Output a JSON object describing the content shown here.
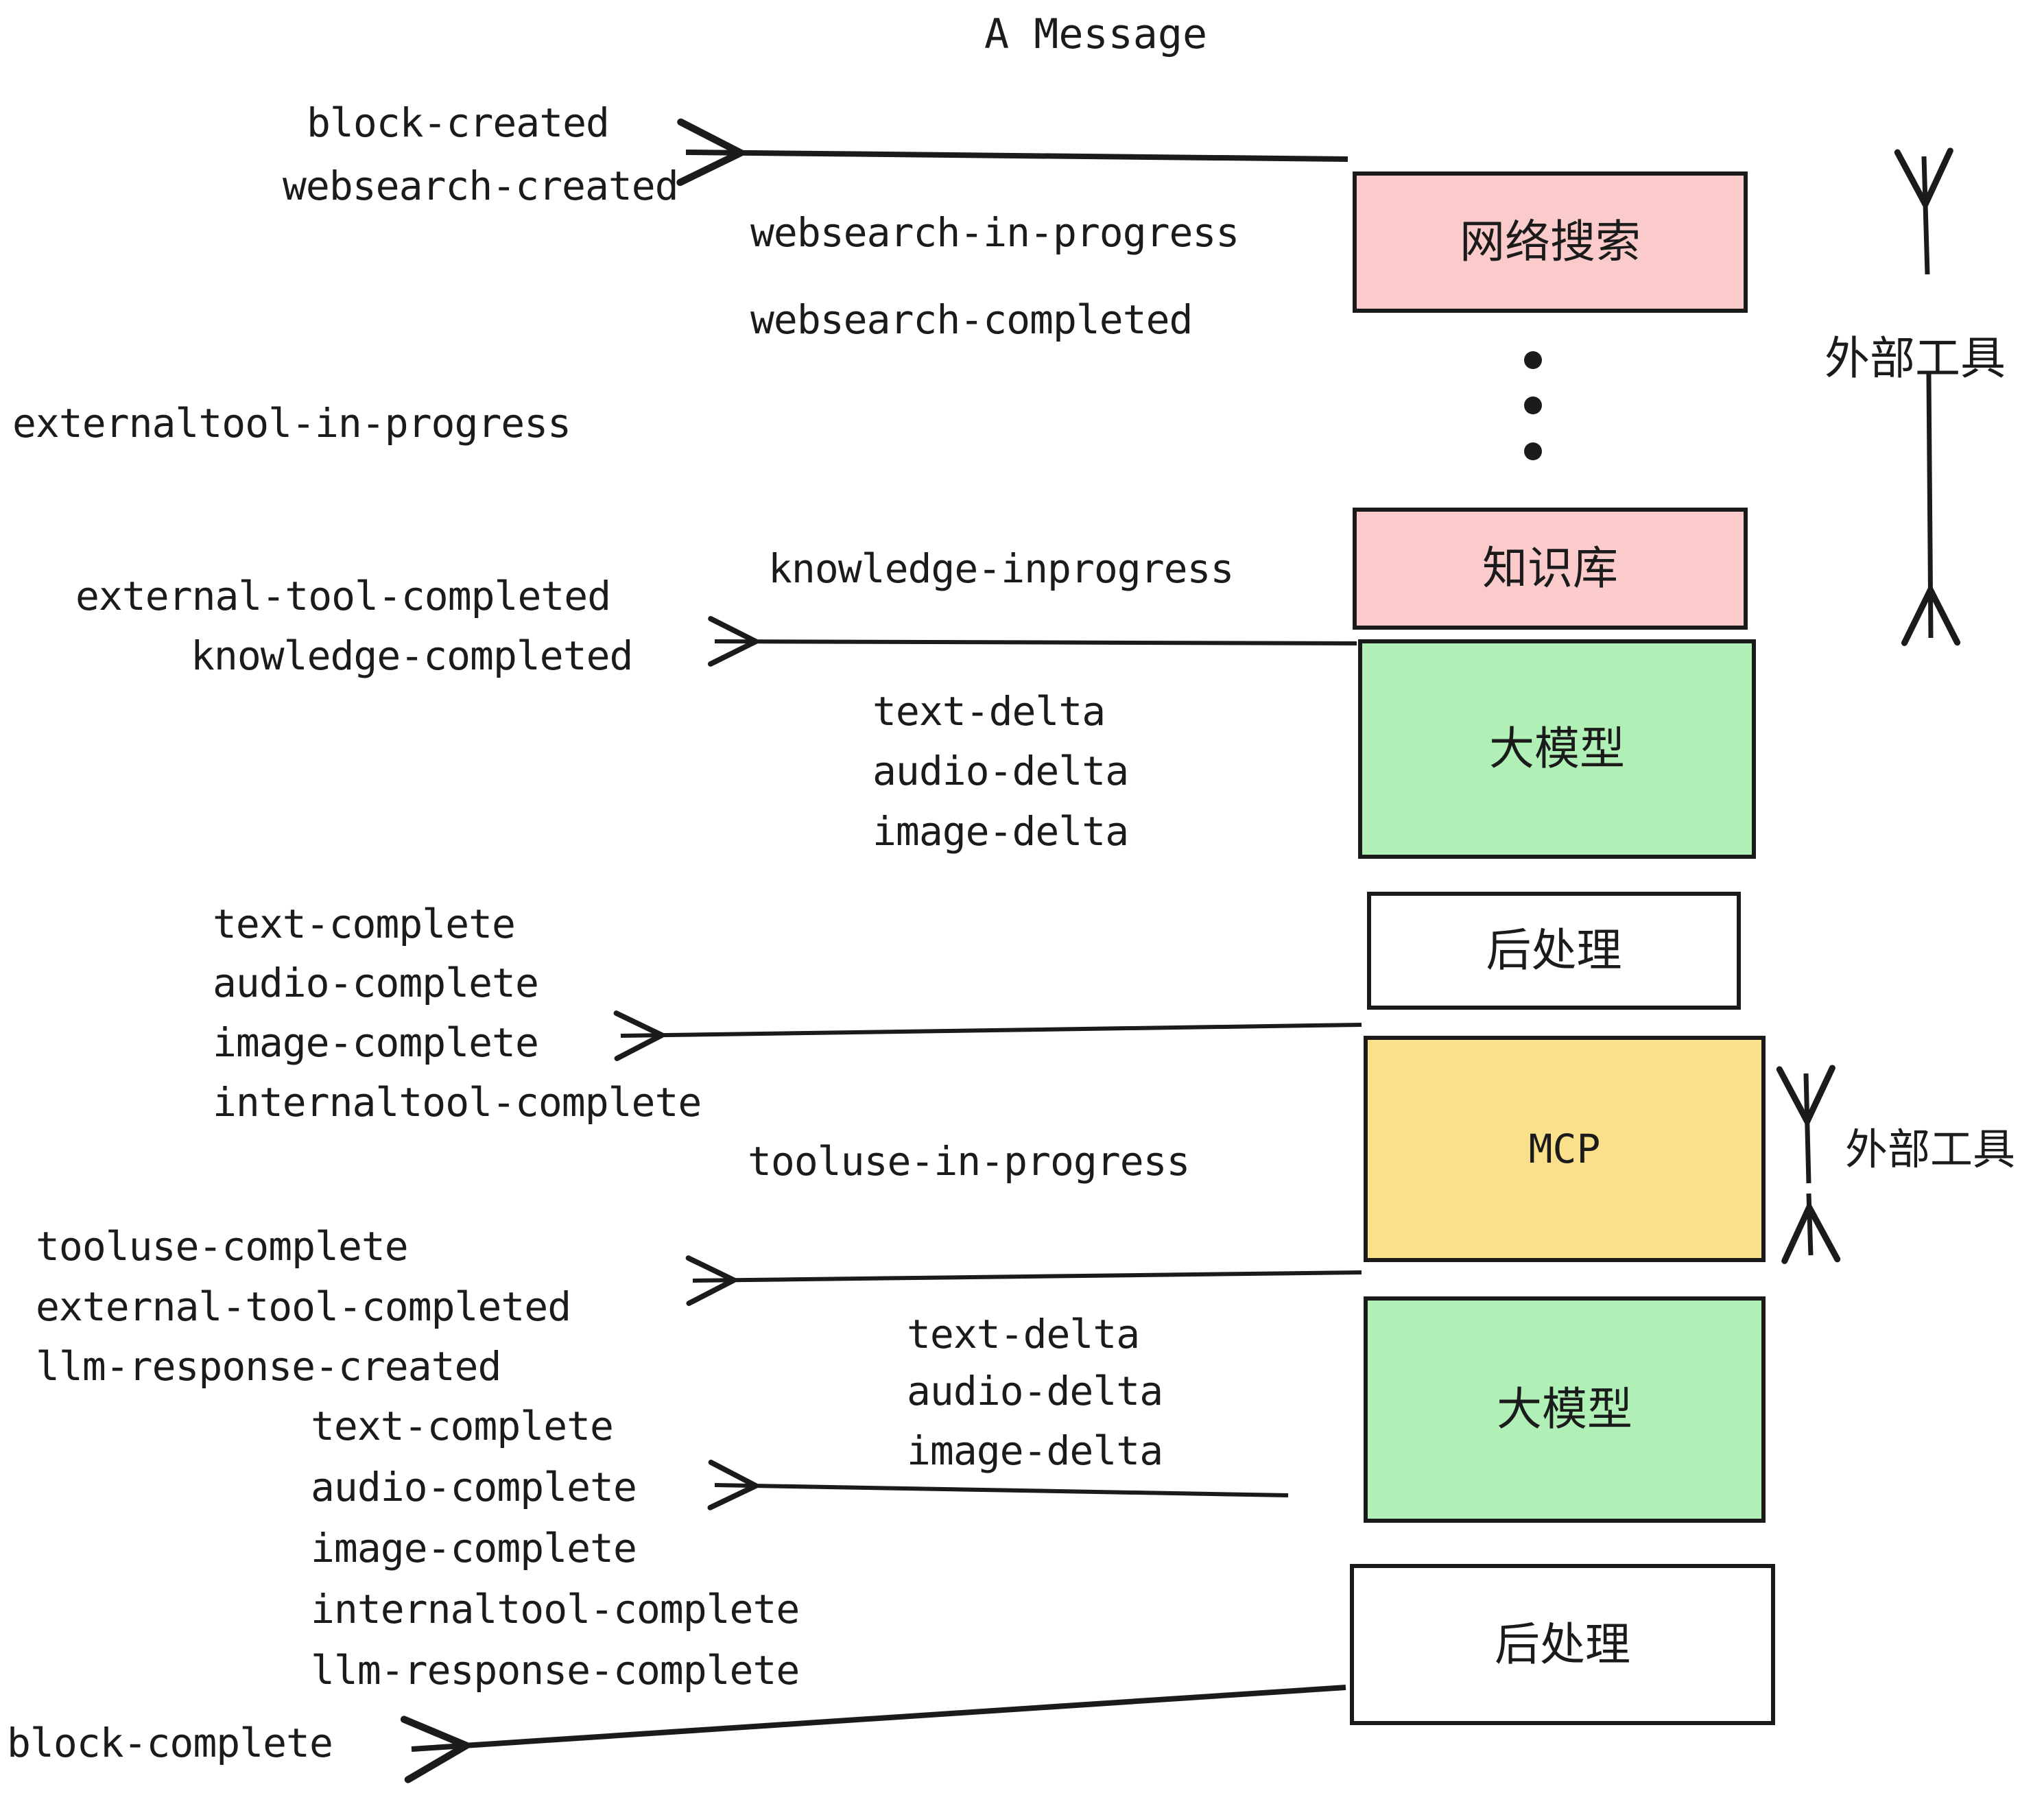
{
  "diagram": {
    "title": "A Message",
    "colors": {
      "pink": "#FBCBCB",
      "green": "#B0EFB6",
      "yellow": "#FAE08A",
      "white": "#FFFFFF",
      "stroke": "#1B1B1B"
    },
    "nodes": [
      {
        "id": "websearch",
        "label": "网络搜索",
        "fill": "#FBCBCB",
        "mono": false
      },
      {
        "id": "knowledge",
        "label": "知识库",
        "fill": "#FBCBCB",
        "mono": false
      },
      {
        "id": "llm-upper",
        "label": "大模型",
        "fill": "#B0EFB6",
        "mono": false
      },
      {
        "id": "postprocess-1",
        "label": "后处理",
        "fill": "#FFFFFF",
        "mono": false
      },
      {
        "id": "mcp",
        "label": "MCP",
        "fill": "#FAE08A",
        "mono": true
      },
      {
        "id": "llm-lower",
        "label": "大模型",
        "fill": "#B0EFB6",
        "mono": false
      },
      {
        "id": "postprocess-2",
        "label": "后处理",
        "fill": "#FFFFFF",
        "mono": false
      }
    ],
    "side_labels": [
      {
        "id": "external-tools-top",
        "label": "外部工具"
      },
      {
        "id": "external-tools-bottom",
        "label": "外部工具"
      }
    ],
    "events": {
      "block_created": "block-created",
      "websearch_created": "websearch-created",
      "websearch_in_progress": "websearch-in-progress",
      "websearch_completed": "websearch-completed",
      "externaltool_in_progress": "externaltool-in-progress",
      "knowledge_inprogress": "knowledge-inprogress",
      "external_tool_completed_1": "external-tool-completed",
      "knowledge_completed": "knowledge-completed",
      "text_delta_1": "text-delta",
      "audio_delta_1": "audio-delta",
      "image_delta_1": "image-delta",
      "text_complete_1": "text-complete",
      "audio_complete_1": "audio-complete",
      "image_complete_1": "image-complete",
      "internaltool_complete_1": "internaltool-complete",
      "tooluse_in_progress": "tooluse-in-progress",
      "tooluse_complete": "tooluse-complete",
      "external_tool_completed_2": "external-tool-completed",
      "llm_response_created": "llm-response-created",
      "text_delta_2": "text-delta",
      "audio_delta_2": "audio-delta",
      "image_delta_2": "image-delta",
      "text_complete_2": "text-complete",
      "audio_complete_2": "audio-complete",
      "image_complete_2": "image-complete",
      "internaltool_complete_2": "internaltool-complete",
      "llm_response_complete": "llm-response-complete",
      "block_complete": "block-complete"
    }
  }
}
